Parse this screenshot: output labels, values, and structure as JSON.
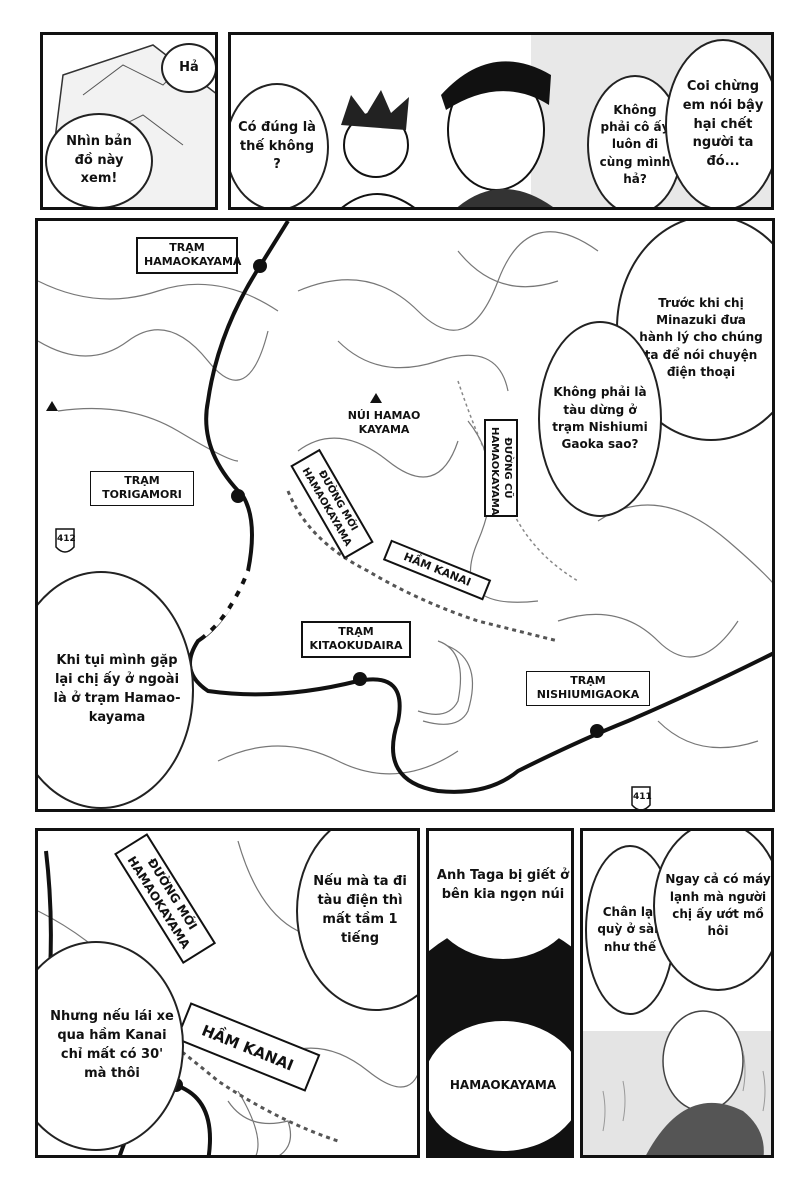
{
  "top_row": {
    "panel1": {
      "speech_top": "Hả",
      "speech_bottom": "Nhìn bản đồ này xem!"
    },
    "panel2": {
      "boy_speech": "Có đúng là thế không ?",
      "man_speech_1": "Không phải cô ấy luôn đi cùng mình hả?",
      "man_speech_2": "Coi chừng em nói bậy hại chết người ta đó..."
    }
  },
  "map_panel": {
    "stations": {
      "hamaokayama": "TRẠM HAMAOKAYAMA",
      "torigamori": "TRẠM TORIGAMORI",
      "kitaokudaira": "TRẠM KITAOKUDAIRA",
      "nishiumigaoka": "TRẠM NISHIUMIGAOKA"
    },
    "places": {
      "mountain": "NÚI HAMAO KAYAMA",
      "new_road": "ĐƯỜNG MỚI HAMAOKAYAMA",
      "old_road": "ĐƯỜNG CŨ HAMAOKAYAMA",
      "tunnel": "HẦM KANAI"
    },
    "route_numbers": {
      "r412": "412",
      "r411": "411"
    },
    "speech_right_outer": "Trước khi chị Minazuki đưa hành lý cho chúng ta để nói chuyện điện thoại",
    "speech_right_inner": "Không phải là tàu dừng ở trạm Nishiumi Gaoka sao?",
    "speech_left": "Khi tụi mình gặp lại chị ấy ở ngoài là ở trạm Hamao-kayama"
  },
  "bottom_row": {
    "panel1": {
      "new_road_label": "ĐƯỜNG MỚI HAMAOKAYAMA",
      "tunnel_label": "HẦM KANAI",
      "speech_top": "Nếu mà ta đi tàu điện thì mất tầm 1 tiếng",
      "speech_bottom": "Nhưng nếu lái xe qua hầm Kanai chỉ mất có 30' mà thôi"
    },
    "panel2": {
      "caption_top": "Anh Taga bị giết ở bên kia ngọn núi",
      "caption_bottom": "HAMAOKAYAMA"
    },
    "panel3": {
      "speech_left": "Chân lại quỳ ở sàn như thế",
      "speech_right": "Ngay cả có máy lạnh mà người chị ấy ướt mồ hôi"
    }
  }
}
